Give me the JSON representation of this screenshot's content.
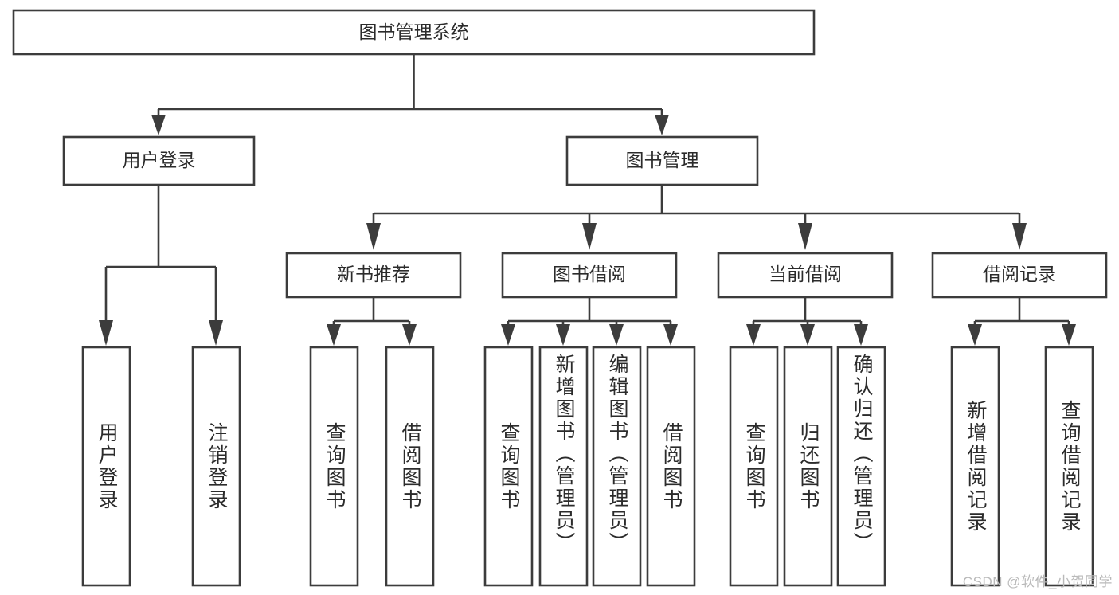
{
  "diagram": {
    "title": "图书管理系统",
    "type": "tree",
    "root": {
      "id": "root",
      "label": "图书管理系统",
      "level": 0
    },
    "level2": [
      {
        "id": "user-login",
        "label": "用户登录"
      },
      {
        "id": "book-manage",
        "label": "图书管理"
      }
    ],
    "level3": [
      {
        "id": "new-book-recommend",
        "label": "新书推荐",
        "parent": "book-manage"
      },
      {
        "id": "book-borrow",
        "label": "图书借阅",
        "parent": "book-manage"
      },
      {
        "id": "current-borrow",
        "label": "当前借阅",
        "parent": "book-manage"
      },
      {
        "id": "borrow-record",
        "label": "借阅记录",
        "parent": "book-manage"
      }
    ],
    "leaves": [
      {
        "id": "leaf-user-login",
        "label": "用户登录",
        "parent": "user-login"
      },
      {
        "id": "leaf-logout-login",
        "label": "注销登录",
        "parent": "user-login"
      },
      {
        "id": "leaf-query-book-1",
        "label": "查询图书",
        "parent": "new-book-recommend"
      },
      {
        "id": "leaf-borrow-book-1",
        "label": "借阅图书",
        "parent": "new-book-recommend"
      },
      {
        "id": "leaf-query-book-2",
        "label": "查询图书",
        "parent": "book-borrow"
      },
      {
        "id": "leaf-add-book",
        "label": "新增图书（管理员）",
        "parent": "book-borrow"
      },
      {
        "id": "leaf-edit-book",
        "label": "编辑图书（管理员）",
        "parent": "book-borrow"
      },
      {
        "id": "leaf-borrow-book-2",
        "label": "借阅图书",
        "parent": "book-borrow"
      },
      {
        "id": "leaf-query-book-3",
        "label": "查询图书",
        "parent": "current-borrow"
      },
      {
        "id": "leaf-return-book",
        "label": "归还图书",
        "parent": "current-borrow"
      },
      {
        "id": "leaf-confirm-return",
        "label": "确认归还（管理员）",
        "parent": "current-borrow"
      },
      {
        "id": "leaf-add-record",
        "label": "新增借阅记录",
        "parent": "borrow-record"
      },
      {
        "id": "leaf-query-record",
        "label": "查询借阅记录",
        "parent": "borrow-record"
      }
    ]
  },
  "watermark": {
    "text": "CSDN @软件_小贺同学"
  },
  "colors": {
    "stroke": "#3c3c3c",
    "text": "#2b2b2b",
    "background": "#ffffff",
    "watermark": "#b9b9b9"
  }
}
